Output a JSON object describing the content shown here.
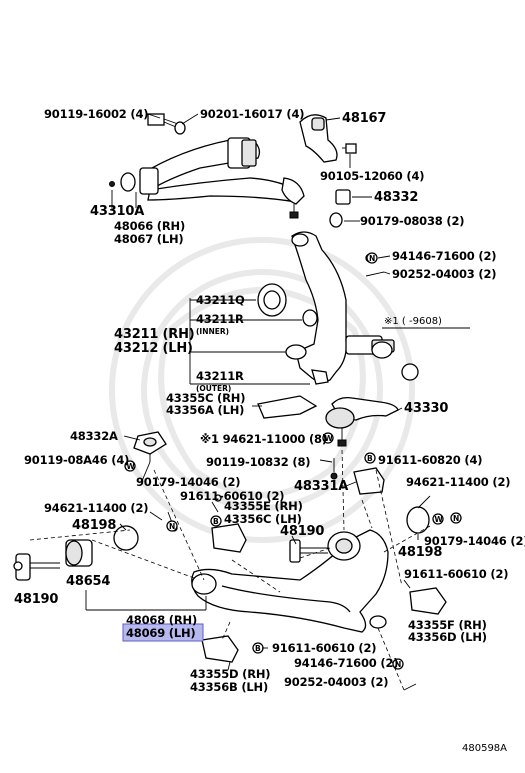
{
  "labels": {
    "p90119_16002": "90119-16002 (4)",
    "p90201_16017": "90201-16017 (4)",
    "p48167": "48167",
    "p90105_12060": "90105-12060 (4)",
    "p48332": "48332",
    "p90179_08038": "90179-08038 (2)",
    "p43310A": "43310A",
    "p48066": "48066 (RH)",
    "p48067": "48067 (LH)",
    "p94146_71600_top": "94146-71600 (2)",
    "p90252_04003_top": "90252-04003 (2)",
    "p43211Q": "43211Q",
    "p43211R_inner": "43211R",
    "inner": "(INNER)",
    "p43211": "43211 (RH)",
    "p43212": "43212 (LH)",
    "p43211R_outer": "43211R",
    "outer": "(OUTER)",
    "footnote_range": "※1 (    -9608)",
    "p43355C": "43355C (RH)",
    "p43356A": "43356A (LH)",
    "p43330": "43330",
    "p48332A": "48332A",
    "p94621_11000": "※1 94621-11000 (8)",
    "p90119_08A46": "90119-08A46 (4)",
    "p90119_10832": "90119-10832 (8)",
    "p91611_60820": "91611-60820 (4)",
    "p90179_14046_left": "90179-14046 (2)",
    "p48331A": "48331A",
    "p94621_11400_right": "94621-11400 (2)",
    "p91611_60610_top": "91611-60610 (2)",
    "p94621_11400_left": "94621-11400 (2)",
    "p43355E": "43355E (RH)",
    "p43356C": "43356C (LH)",
    "p48198_left": "48198",
    "p48190_mid": "48190",
    "p48198_right": "48198",
    "p90179_14046_right": "90179-14046 (2)",
    "p48654": "48654",
    "p48190_left": "48190",
    "p91611_60610_right": "91611-60610 (2)",
    "p48068": "48068 (RH)",
    "p48069": "48069 (LH)",
    "p43355F": "43355F (RH)",
    "p43356D": "43356D (LH)",
    "p91611_60610_bottom": "91611-60610 (2)",
    "p94146_71600_bottom": "94146-71600 (2)",
    "p43355D": "43355D (RH)",
    "p43356B": "43356B (LH)",
    "p90252_04003_bottom": "90252-04003 (2)",
    "diagram_code": "480598A"
  },
  "marker_letters": {
    "nut": "N",
    "washer": "W",
    "bolt": "B"
  },
  "colors": {
    "highlight": "#b7b9ee",
    "highlight_border": "#5b5fc7"
  }
}
